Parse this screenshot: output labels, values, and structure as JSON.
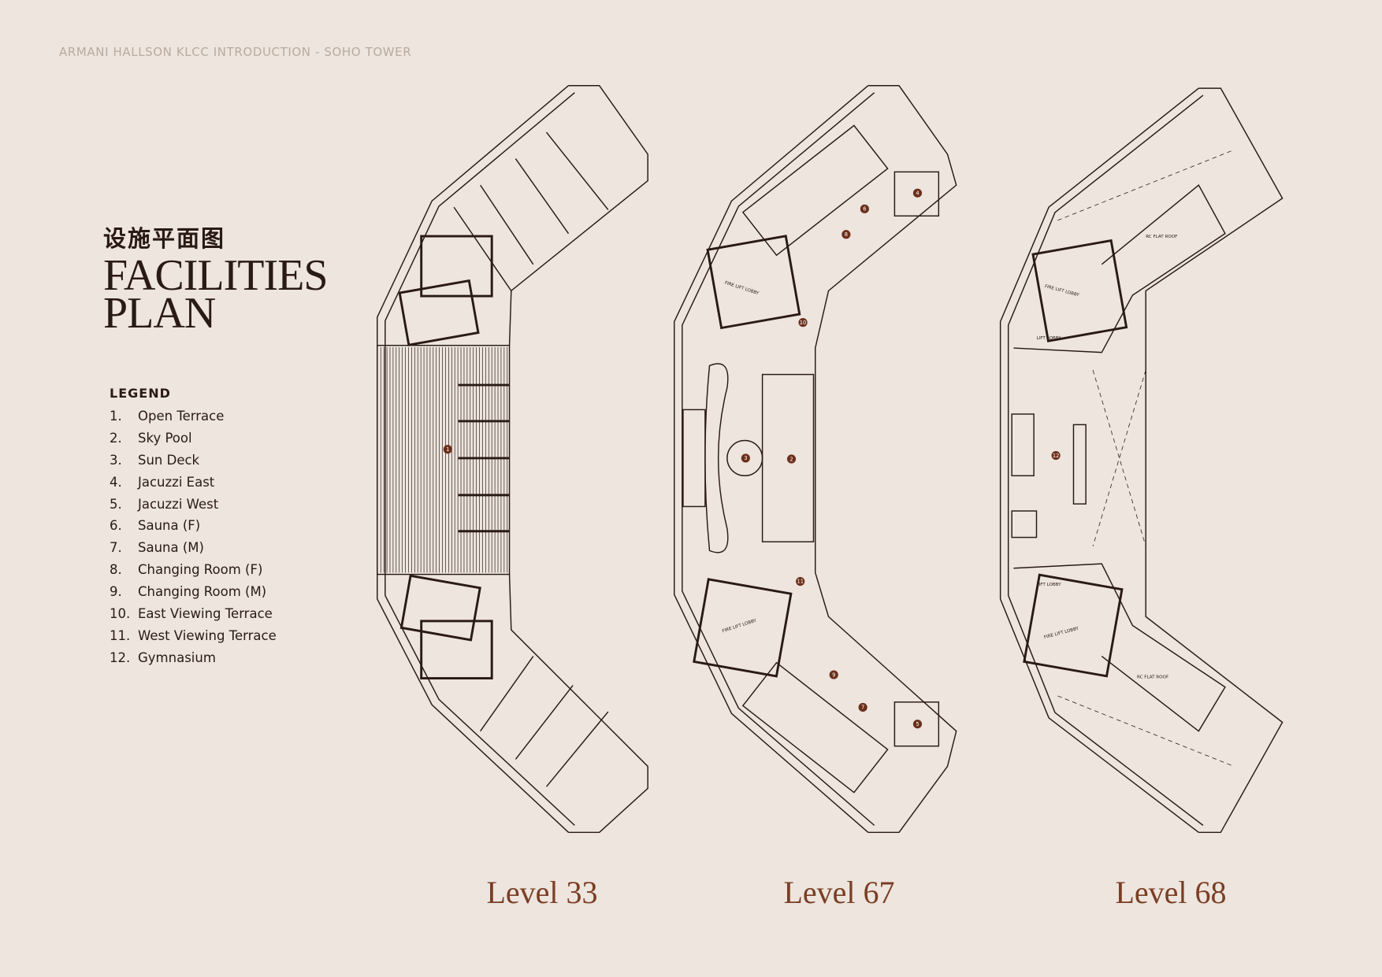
{
  "header": "ARMANI HALLSON KLCC INTRODUCTION - SOHO TOWER",
  "title_cn": "设施平面图",
  "title_line1": "FACILITIES",
  "title_line2": "PLAN",
  "legend": {
    "heading": "LEGEND",
    "items": [
      {
        "num": "1.",
        "label": "Open Terrace"
      },
      {
        "num": "2.",
        "label": "Sky Pool"
      },
      {
        "num": "3.",
        "label": "Sun Deck"
      },
      {
        "num": "4.",
        "label": "Jacuzzi East"
      },
      {
        "num": "5.",
        "label": "Jacuzzi West"
      },
      {
        "num": "6.",
        "label": "Sauna (F)"
      },
      {
        "num": "7.",
        "label": "Sauna (M)"
      },
      {
        "num": "8.",
        "label": "Changing Room (F)"
      },
      {
        "num": "9.",
        "label": "Changing Room (M)"
      },
      {
        "num": "10.",
        "label": "East Viewing Terrace"
      },
      {
        "num": "11.",
        "label": "West Viewing Terrace"
      },
      {
        "num": "12.",
        "label": "Gymnasium"
      }
    ]
  },
  "levels": [
    "Level 33",
    "Level 67",
    "Level 68"
  ],
  "plan_labels": {
    "fire_lift_lobby": "FIRE LIFT LOBBY",
    "lift_lobby": "LIFT LOBBY",
    "rc_flat_roof": "RC FLAT ROOF"
  },
  "markers": [
    "1",
    "2",
    "3",
    "4",
    "5",
    "6",
    "7",
    "8",
    "9",
    "10",
    "11",
    "12"
  ],
  "colors": {
    "background": "#ede5de",
    "accent": "#7a3e24",
    "marker": "#6b2f1a",
    "ink": "#2a1a14"
  }
}
